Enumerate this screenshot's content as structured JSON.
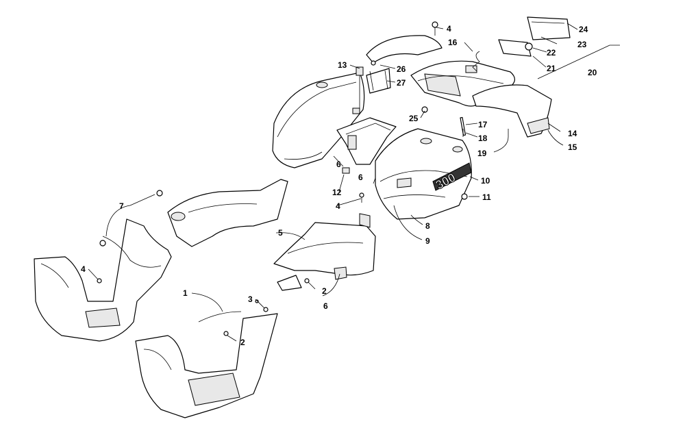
{
  "badge_text": "300",
  "callouts": [
    {
      "id": "c1",
      "text": "1"
    },
    {
      "id": "c2a",
      "text": "2"
    },
    {
      "id": "c2b",
      "text": "2"
    },
    {
      "id": "c3",
      "text": "3"
    },
    {
      "id": "c4a",
      "text": "4"
    },
    {
      "id": "c4b",
      "text": "4"
    },
    {
      "id": "c4c",
      "text": "4"
    },
    {
      "id": "c5",
      "text": "5"
    },
    {
      "id": "c6a",
      "text": "6"
    },
    {
      "id": "c6b",
      "text": "6"
    },
    {
      "id": "c6c",
      "text": "6"
    },
    {
      "id": "c7",
      "text": "7"
    },
    {
      "id": "c8",
      "text": "8"
    },
    {
      "id": "c9",
      "text": "9"
    },
    {
      "id": "c10",
      "text": "10"
    },
    {
      "id": "c11",
      "text": "11"
    },
    {
      "id": "c12",
      "text": "12"
    },
    {
      "id": "c13",
      "text": "13"
    },
    {
      "id": "c14",
      "text": "14"
    },
    {
      "id": "c15",
      "text": "15"
    },
    {
      "id": "c16",
      "text": "16"
    },
    {
      "id": "c17",
      "text": "17"
    },
    {
      "id": "c18",
      "text": "18"
    },
    {
      "id": "c19",
      "text": "19"
    },
    {
      "id": "c20",
      "text": "20"
    },
    {
      "id": "c21",
      "text": "21"
    },
    {
      "id": "c22",
      "text": "22"
    },
    {
      "id": "c23",
      "text": "23"
    },
    {
      "id": "c24",
      "text": "24"
    },
    {
      "id": "c25",
      "text": "25"
    },
    {
      "id": "c26",
      "text": "26"
    },
    {
      "id": "c27",
      "text": "27"
    }
  ]
}
